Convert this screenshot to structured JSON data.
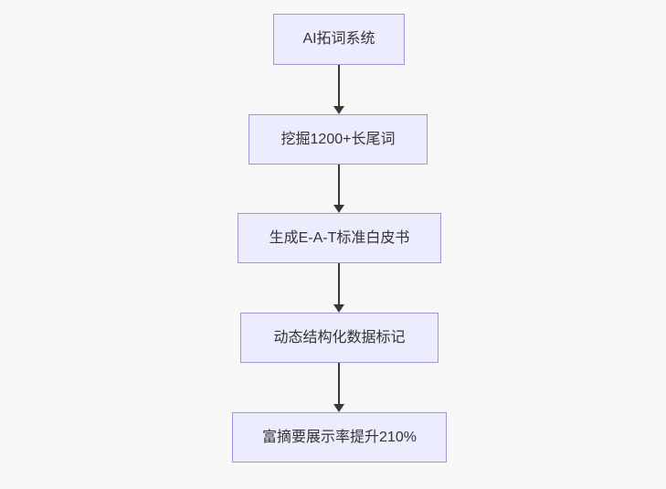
{
  "diagram": {
    "type": "flowchart",
    "direction": "top-to-bottom",
    "background_color": "#f8f8f8",
    "node_fill_color": "#ececff",
    "node_border_color": "#a793dd",
    "arrow_color": "#383838",
    "text_color": "#333333",
    "nodes": [
      {
        "label": "AI拓词系统"
      },
      {
        "label": "挖掘1200+长尾词"
      },
      {
        "label": "生成E-A-T标准白皮书"
      },
      {
        "label": "动态结构化数据标记"
      },
      {
        "label": "富摘要展示率提升210%"
      }
    ],
    "edges": [
      {
        "from": "AI拓词系统",
        "to": "挖掘1200+长尾词"
      },
      {
        "from": "挖掘1200+长尾词",
        "to": "生成E-A-T标准白皮书"
      },
      {
        "from": "生成E-A-T标准白皮书",
        "to": "动态结构化数据标记"
      },
      {
        "from": "动态结构化数据标记",
        "to": "富摘要展示率提升210%"
      }
    ]
  }
}
